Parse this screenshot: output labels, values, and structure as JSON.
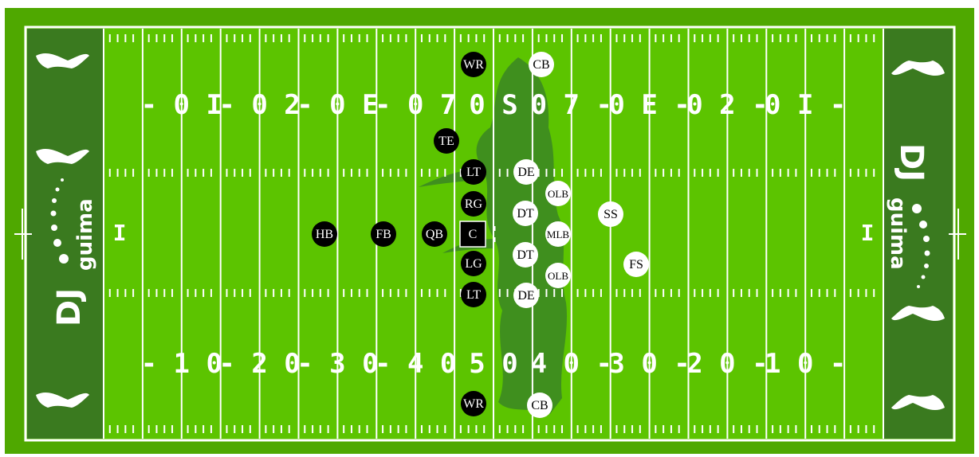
{
  "colors": {
    "outer_border": "#4fa800",
    "field": "#5cc400",
    "endzone": "#3a7a1f",
    "lines": "#ffffff",
    "watermark": "#3f8f1e",
    "offense_fill": "#000000",
    "offense_text": "#ffffff",
    "defense_fill": "#ffffff",
    "defense_text": "#000000"
  },
  "brand": {
    "left_text": "DJ",
    "left_sub": "guima",
    "right_text": "DJ",
    "right_sub": "guima"
  },
  "field": {
    "top_numbers": [
      "- 0 I",
      "- 0 2",
      "- 0 E",
      "- 0 7",
      "0 S",
      "0 7 -",
      "0 E -",
      "0 2 -",
      "0 I -"
    ],
    "bottom_numbers": [
      "- 1 0",
      "- 2 0",
      "- 3 0",
      "- 4 0",
      "5 0",
      "4 0 -",
      "3 0 -",
      "2 0 -",
      "1 0 -"
    ],
    "left_try_mark": "I",
    "right_try_mark": "I"
  },
  "players": {
    "offense": [
      {
        "id": "wr-top",
        "label": "WR"
      },
      {
        "id": "te",
        "label": "TE"
      },
      {
        "id": "lt-top",
        "label": "LT"
      },
      {
        "id": "rg",
        "label": "RG"
      },
      {
        "id": "c",
        "label": "C"
      },
      {
        "id": "lg",
        "label": "LG"
      },
      {
        "id": "lt-bottom",
        "label": "LT"
      },
      {
        "id": "wr-bottom",
        "label": "WR"
      },
      {
        "id": "qb",
        "label": "QB"
      },
      {
        "id": "fb",
        "label": "FB"
      },
      {
        "id": "hb",
        "label": "HB"
      }
    ],
    "defense": [
      {
        "id": "cb-top",
        "label": "CB"
      },
      {
        "id": "de-top",
        "label": "DE"
      },
      {
        "id": "olb-top",
        "label": "OLB"
      },
      {
        "id": "dt-top",
        "label": "DT"
      },
      {
        "id": "mlb",
        "label": "MLB"
      },
      {
        "id": "dt-bottom",
        "label": "DT"
      },
      {
        "id": "olb-bottom",
        "label": "OLB"
      },
      {
        "id": "de-bottom",
        "label": "DE"
      },
      {
        "id": "cb-bottom",
        "label": "CB"
      },
      {
        "id": "ss",
        "label": "SS"
      },
      {
        "id": "fs",
        "label": "FS"
      }
    ]
  }
}
